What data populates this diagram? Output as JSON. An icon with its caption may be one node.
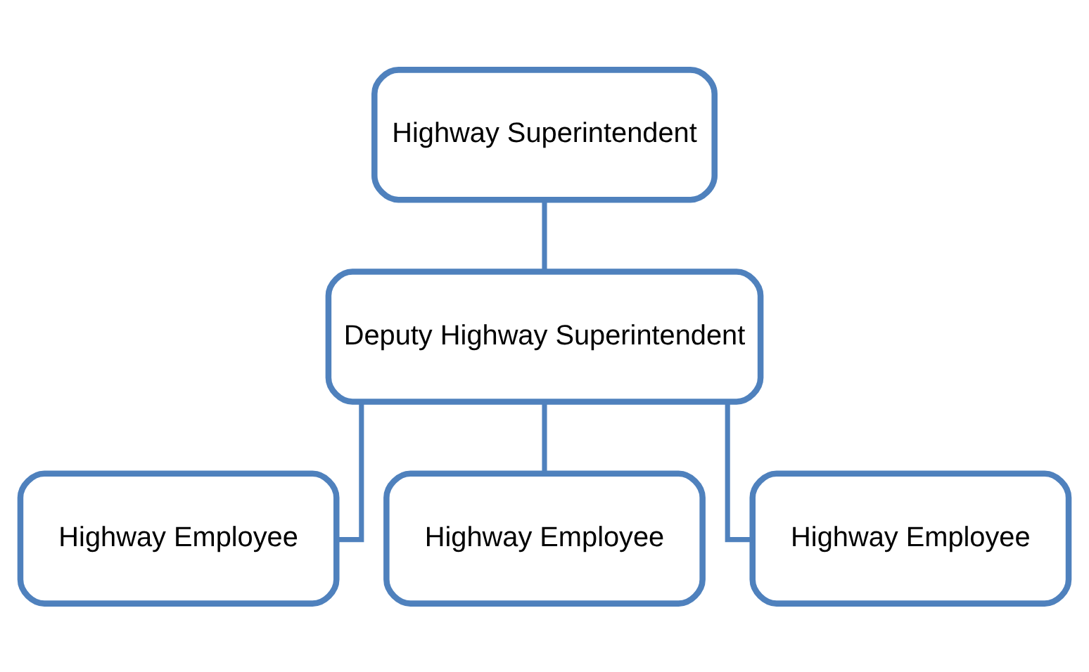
{
  "diagram": {
    "nodes": [
      {
        "text": [
          "Highway Superintendent"
        ]
      },
      {
        "text": [
          "Deputy Highway Superintendent"
        ]
      },
      {
        "text": [
          "Highway Employee"
        ]
      },
      {
        "text": [
          "Highway Employee"
        ]
      },
      {
        "text": [
          "Highway Employee"
        ]
      }
    ],
    "edges": [
      {
        "from": 0,
        "to": 1,
        "arrow": "none"
      },
      {
        "from": 1,
        "to": 2,
        "arrow": "none"
      },
      {
        "from": 1,
        "to": 3,
        "arrow": "none"
      },
      {
        "from": 1,
        "to": 4,
        "arrow": "none"
      }
    ]
  }
}
